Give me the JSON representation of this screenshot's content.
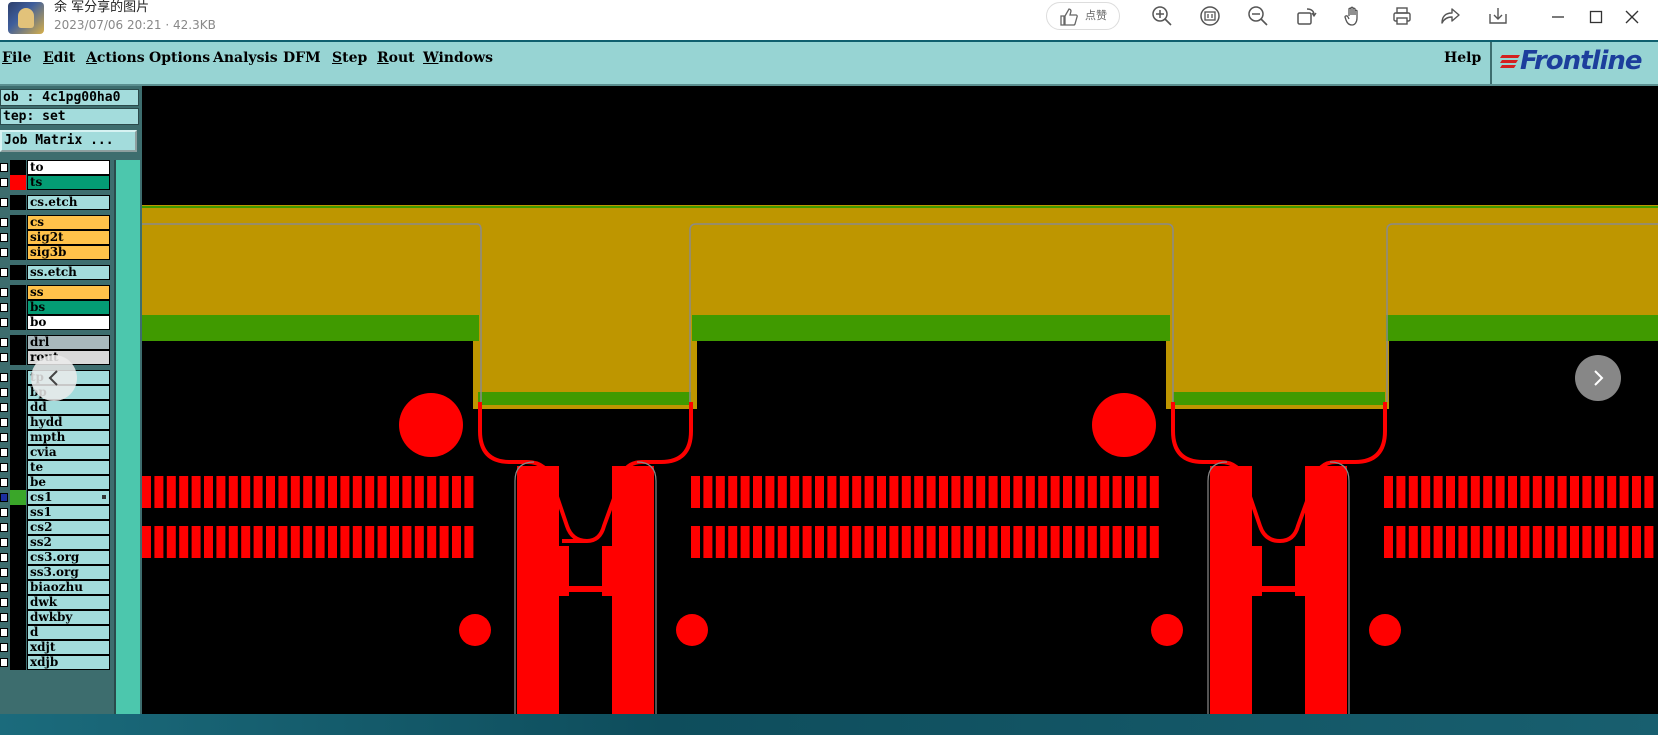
{
  "viewer": {
    "user": "余  军分享的图片",
    "meta": "2023/07/06 20:21 · 42.3KB",
    "like_label": "点赞",
    "toolbar_icons": [
      "zoom-in-icon",
      "actual-size-icon",
      "zoom-out-icon",
      "rotate-icon",
      "hand-icon",
      "print-icon",
      "share-icon",
      "download-icon"
    ],
    "window_icons": [
      "minimize-icon",
      "maximize-icon",
      "close-icon"
    ]
  },
  "menu": {
    "items": [
      {
        "label": "File",
        "underline": "F",
        "rest": "ile"
      },
      {
        "label": "Edit",
        "underline": "E",
        "rest": "dit"
      },
      {
        "label": "Actions",
        "underline": "A",
        "rest": "ctions"
      },
      {
        "label": "Options",
        "underline": "",
        "rest": "Options"
      },
      {
        "label": "Analysis",
        "underline": "",
        "rest": "Analysis"
      },
      {
        "label": "DFM",
        "underline": "",
        "rest": "DFM"
      },
      {
        "label": "Step",
        "underline": "S",
        "rest": "tep"
      },
      {
        "label": "Rout",
        "underline": "R",
        "rest": "out"
      },
      {
        "label": "Windows",
        "underline": "W",
        "rest": "indows"
      }
    ],
    "help": "Help",
    "logo": "Frontline"
  },
  "job": {
    "job_line": "ob : 4c1pg00ha0",
    "step_line": "tep: set",
    "matrix_button": "Job Matrix ..."
  },
  "layers": [
    {
      "name": "to",
      "color": "#ffffff",
      "swatch": "#000000"
    },
    {
      "name": "ts",
      "color": "#049c74",
      "swatch": "#ff0000"
    },
    {
      "name": "cs.etch",
      "color": "#a3dcdc",
      "swatch": "#000000"
    },
    {
      "name": "cs",
      "color": "#ffc24a",
      "swatch": "#000000"
    },
    {
      "name": "sig2t",
      "color": "#ffc24a",
      "swatch": "#000000"
    },
    {
      "name": "sig3b",
      "color": "#ffc24a",
      "swatch": "#000000"
    },
    {
      "name": "ss.etch",
      "color": "#a3dcdc",
      "swatch": "#000000"
    },
    {
      "name": "ss",
      "color": "#ffc24a",
      "swatch": "#000000"
    },
    {
      "name": "bs",
      "color": "#049c74",
      "swatch": "#000000"
    },
    {
      "name": "bo",
      "color": "#ffffff",
      "swatch": "#000000"
    },
    {
      "name": "drl",
      "color": "#a8b8bc",
      "swatch": "#000000"
    },
    {
      "name": "rout",
      "color": "#d9d9d9",
      "swatch": "#000000"
    },
    {
      "name": "tp",
      "color": "#a3dcdc",
      "swatch": "#000000"
    },
    {
      "name": "bp",
      "color": "#a3dcdc",
      "swatch": "#000000"
    },
    {
      "name": "dd",
      "color": "#a3dcdc",
      "swatch": "#000000"
    },
    {
      "name": "hydd",
      "color": "#a3dcdc",
      "swatch": "#000000"
    },
    {
      "name": "mpth",
      "color": "#a3dcdc",
      "swatch": "#000000"
    },
    {
      "name": "cvia",
      "color": "#a3dcdc",
      "swatch": "#000000"
    },
    {
      "name": "te",
      "color": "#a3dcdc",
      "swatch": "#000000"
    },
    {
      "name": "be",
      "color": "#a3dcdc",
      "swatch": "#000000"
    },
    {
      "name": "cs1",
      "color": "#a3dcdc",
      "swatch": "#3aa629",
      "selected": true
    },
    {
      "name": "ss1",
      "color": "#a3dcdc",
      "swatch": "#000000"
    },
    {
      "name": "cs2",
      "color": "#a3dcdc",
      "swatch": "#000000"
    },
    {
      "name": "ss2",
      "color": "#a3dcdc",
      "swatch": "#000000"
    },
    {
      "name": "cs3.org",
      "color": "#a3dcdc",
      "swatch": "#000000"
    },
    {
      "name": "ss3.org",
      "color": "#a3dcdc",
      "swatch": "#000000"
    },
    {
      "name": "biaozhu",
      "color": "#a3dcdc",
      "swatch": "#000000"
    },
    {
      "name": "dwk",
      "color": "#a3dcdc",
      "swatch": "#000000"
    },
    {
      "name": "dwkby",
      "color": "#a3dcdc",
      "swatch": "#000000"
    },
    {
      "name": "d",
      "color": "#a3dcdc",
      "swatch": "#000000"
    },
    {
      "name": "xdjt",
      "color": "#a3dcdc",
      "swatch": "#000000"
    },
    {
      "name": "xdjb",
      "color": "#a3dcdc",
      "swatch": "#000000"
    }
  ],
  "canvas_colors": {
    "background": "#000000",
    "copper": "#be9600",
    "soldermask": "#409a00",
    "pad": "#ff0000",
    "outline": "#8a8a8a"
  },
  "nav": {
    "prev_icon": "chevron-left-icon",
    "next_icon": "chevron-right-icon"
  }
}
